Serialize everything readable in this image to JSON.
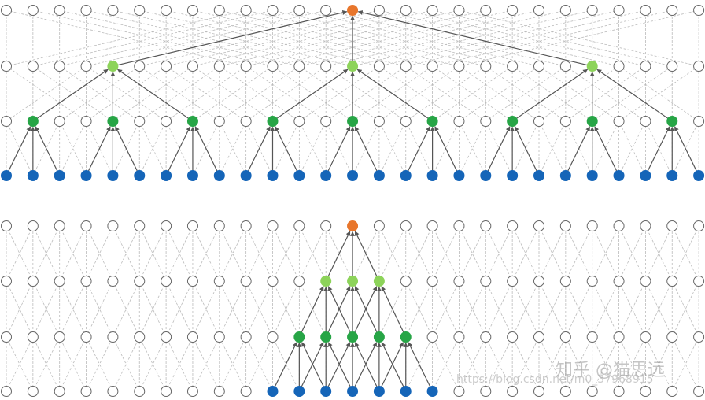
{
  "diagram": {
    "columns": 27,
    "colors": {
      "inactive_fill": "#ffffff",
      "node_stroke": "#666666",
      "input": "#1565b8",
      "hidden": "#27a546",
      "hidden_upper": "#8dd35a",
      "output": "#e8762c",
      "edge_dashed": "#bbbbbb",
      "edge_active": "#555555"
    },
    "top_network": {
      "description_type": "dilated",
      "dilations": [
        1,
        3,
        9
      ],
      "output_column": 13
    },
    "bottom_network": {
      "description_type": "standard",
      "dilations": [
        1,
        1,
        1
      ],
      "output_column": 13
    }
  },
  "watermark": {
    "cn": "知乎 @猫思远",
    "url": "https://blog.csdn.net/m0_37968915"
  }
}
